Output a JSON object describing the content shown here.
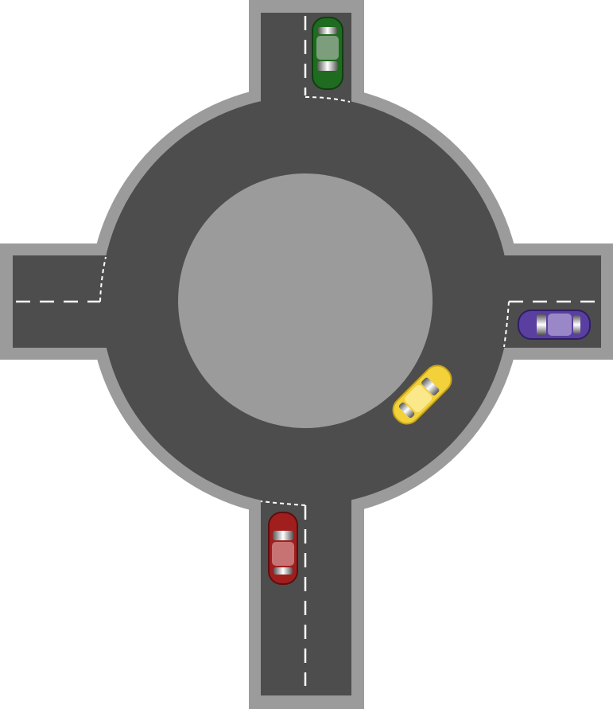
{
  "scene": {
    "colors": {
      "verge": "#9b9b9b",
      "asphalt": "#4d4d4d",
      "island": "#9b9b9b",
      "lane_marking": "#ffffff"
    },
    "vehicles": [
      {
        "name": "car-green",
        "body": "#1f6b1f",
        "shade": "#0f3f0f",
        "heading": "south"
      },
      {
        "name": "car-purple",
        "body": "#5a3fa0",
        "shade": "#2e1f66",
        "heading": "west"
      },
      {
        "name": "car-yellow",
        "body": "#f2d13a",
        "shade": "#c9a417",
        "heading": "northeast"
      },
      {
        "name": "car-red",
        "body": "#a01e1e",
        "shade": "#5e0d0d",
        "heading": "north"
      }
    ]
  }
}
